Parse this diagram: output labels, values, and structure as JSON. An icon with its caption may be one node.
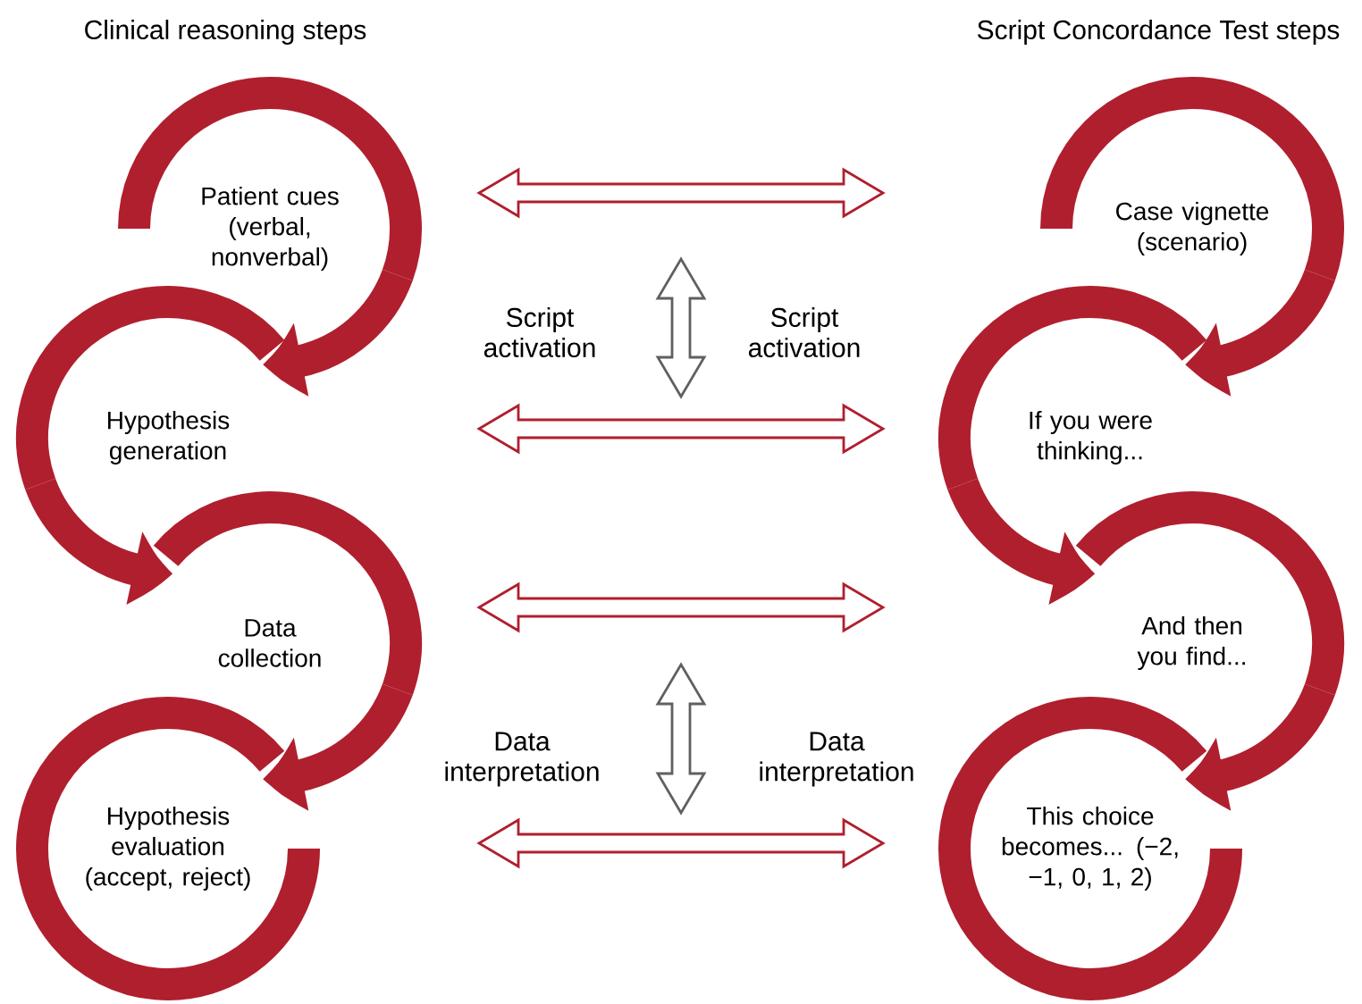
{
  "diagram": {
    "nodes": [
      {
        "text": [
          "Patient cues (verbal, nonverbal)"
        ]
      },
      {
        "text": [
          "Hypothesis generation"
        ]
      },
      {
        "text": [
          "Data collection"
        ]
      },
      {
        "text": [
          "Hypothesis evaluation (accept, reject)"
        ]
      },
      {
        "text": [
          "Case vignette (scenario)"
        ]
      },
      {
        "text": [
          "If you were thinking..."
        ]
      },
      {
        "text": [
          "And then you find..."
        ]
      },
      {
        "text": [
          "This choice becomes... (−2, −1, 0, 1, 2)"
        ]
      }
    ],
    "edges": [
      {
        "from": 0,
        "to": 1,
        "arrow": "to"
      },
      {
        "from": 1,
        "to": 2,
        "arrow": "to"
      },
      {
        "from": 2,
        "to": 3,
        "arrow": "to"
      },
      {
        "from": 4,
        "to": 5,
        "arrow": "to"
      },
      {
        "from": 5,
        "to": 6,
        "arrow": "to"
      },
      {
        "from": 6,
        "to": 7,
        "arrow": "to"
      },
      {
        "from": 0,
        "to": 4,
        "arrow": "both"
      },
      {
        "from": 1,
        "to": 5,
        "arrow": "both"
      },
      {
        "from": 2,
        "to": 6,
        "arrow": "both"
      },
      {
        "from": 3,
        "to": 7,
        "arrow": "both"
      }
    ],
    "labels": [
      "Clinical reasoning steps",
      "Script Concordance Test steps",
      "Script activation",
      "Script activation",
      "Data interpretation",
      "Data interpretation"
    ]
  }
}
